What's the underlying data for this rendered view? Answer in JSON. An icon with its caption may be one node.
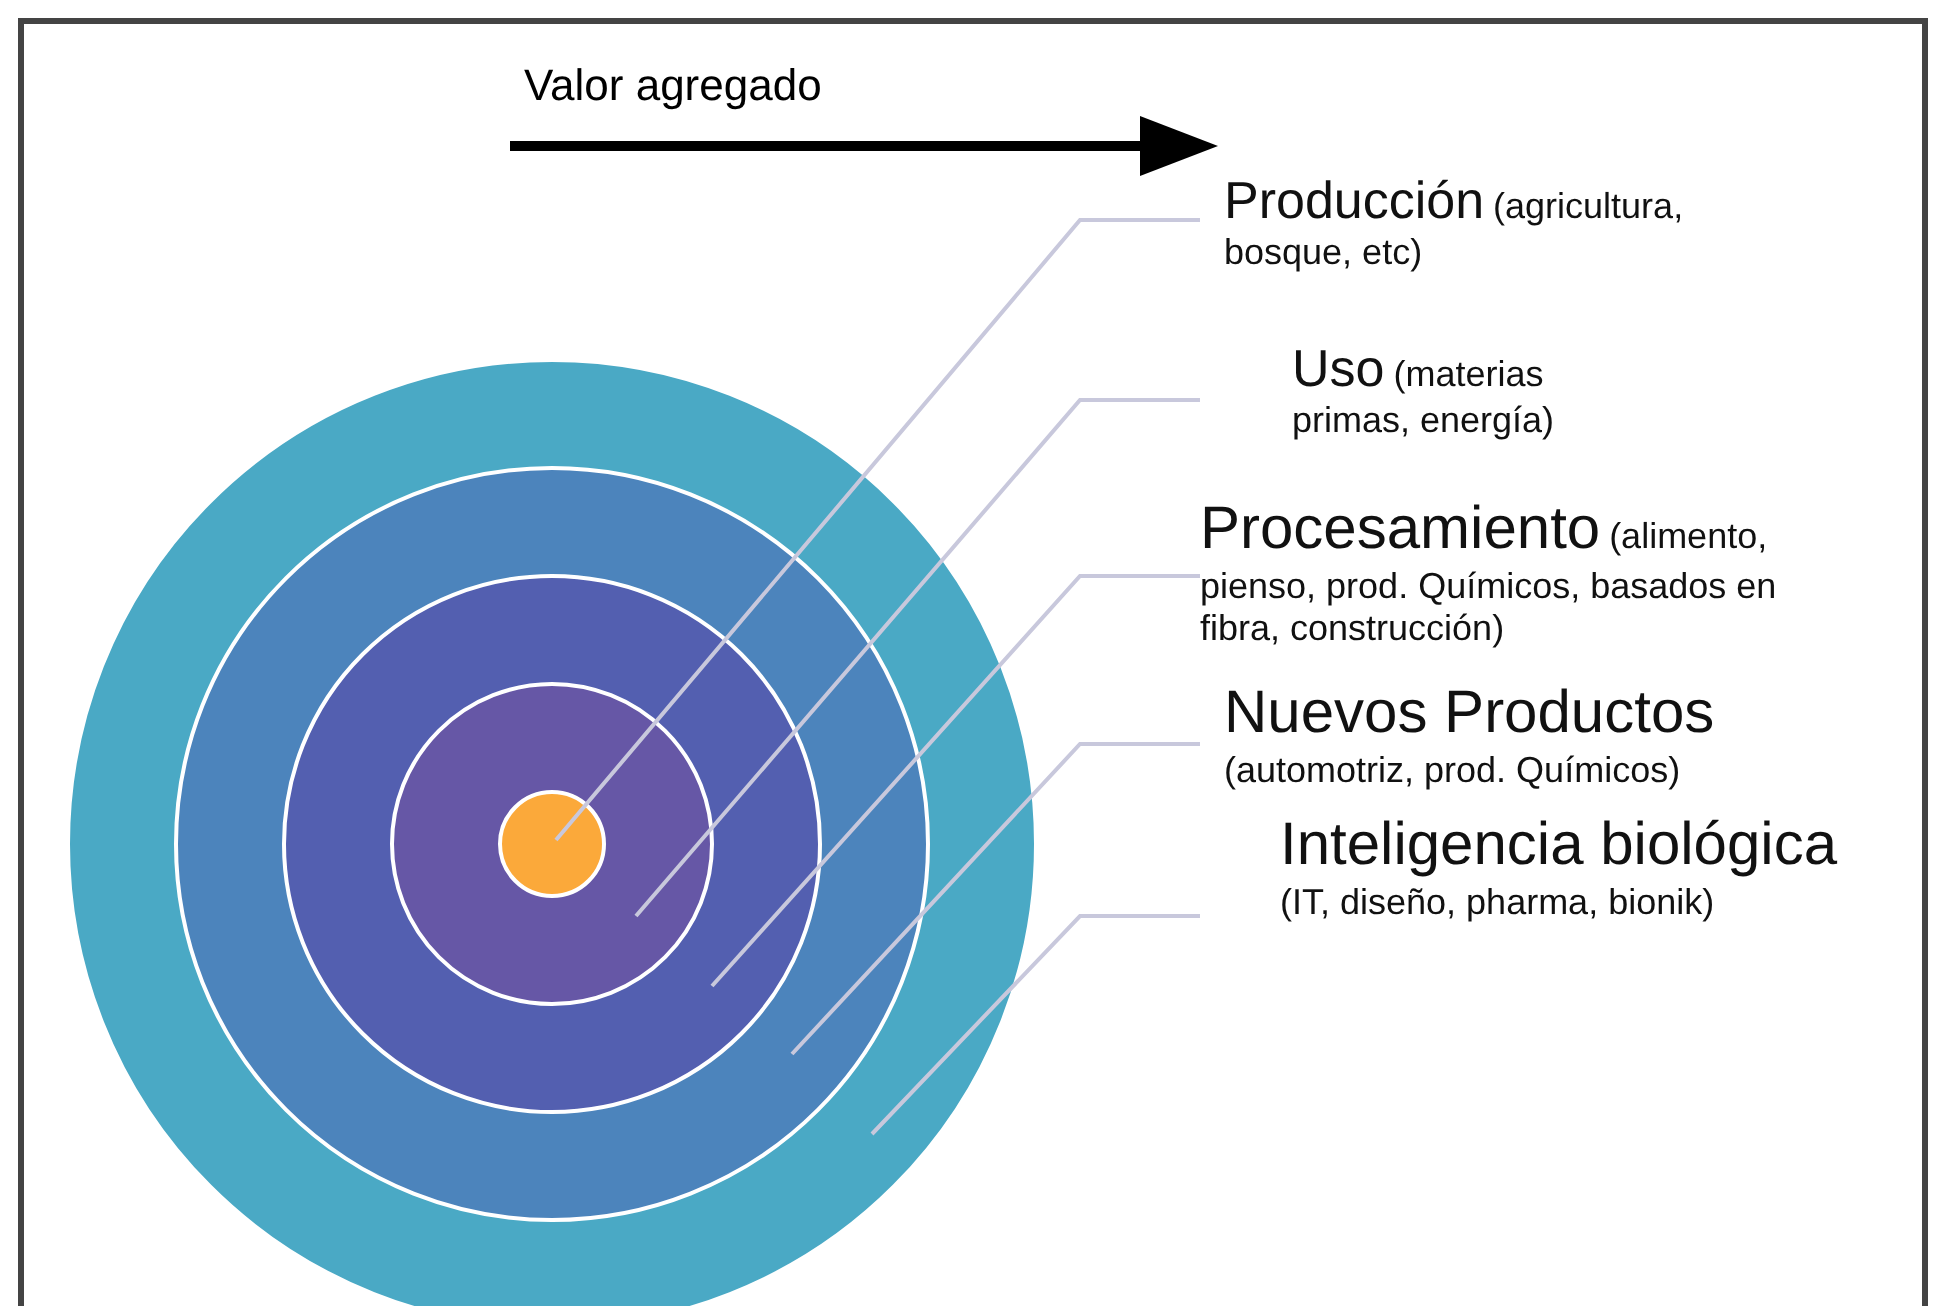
{
  "diagram": {
    "nodes": [
      {
        "text": [],
        "shape": "circle"
      },
      {
        "text": [],
        "shape": "circle",
        "in": 0
      },
      {
        "text": [],
        "shape": "circle",
        "in": 1
      },
      {
        "text": [],
        "shape": "circle",
        "in": 2
      },
      {
        "text": [],
        "shape": "circle",
        "in": 3
      },
      {
        "text": [
          "Producción",
          "(agricultura, bosque, etc)"
        ]
      },
      {
        "text": [
          "Uso",
          "(materias primas, energía)"
        ]
      },
      {
        "text": [
          "Procesamiento",
          "(alimento, pienso, prod. Químicos, basados en fibra, construcción)"
        ]
      },
      {
        "text": [
          "Nuevos Productos",
          "(automotriz, prod. Químicos)"
        ]
      },
      {
        "text": [
          "Inteligencia biológica",
          "(IT, diseño, pharma, bionik)"
        ]
      }
    ],
    "edges": [
      {
        "from": 5,
        "to": 4,
        "arrow": "none"
      },
      {
        "from": 6,
        "to": 3,
        "arrow": "none"
      },
      {
        "from": 7,
        "to": 2,
        "arrow": "none"
      },
      {
        "from": 8,
        "to": 1,
        "arrow": "none"
      },
      {
        "from": 9,
        "to": 0,
        "arrow": "none"
      }
    ],
    "labels": [
      "Valor agregado"
    ]
  }
}
